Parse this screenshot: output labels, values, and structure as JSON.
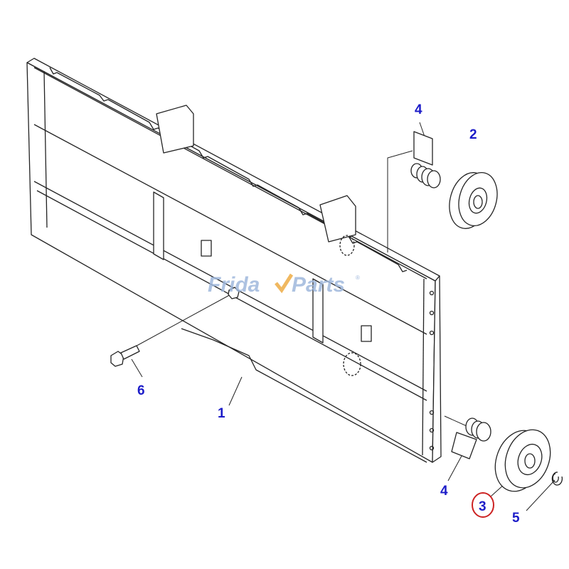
{
  "diagram": {
    "watermark": {
      "text_left": "Frida",
      "text_right": "Parts",
      "mark": "®",
      "colors": {
        "text": "#9fb8dc",
        "check": "#f0b860"
      }
    },
    "label_color": "#1c1cc8",
    "highlight_color": "#cc2222",
    "callouts": [
      {
        "id": "1",
        "part": "frame"
      },
      {
        "id": "2",
        "part": "bearing"
      },
      {
        "id": "3",
        "part": "roller",
        "highlighted": true
      },
      {
        "id": "4",
        "part": "shaft-upper"
      },
      {
        "id": "4b",
        "label": "4",
        "part": "shaft-lower"
      },
      {
        "id": "5",
        "part": "snap-ring"
      },
      {
        "id": "6",
        "part": "bolt"
      }
    ],
    "labels": {
      "c1": "1",
      "c2": "2",
      "c3": "3",
      "c4a": "4",
      "c4b": "4",
      "c5": "5",
      "c6": "6"
    }
  }
}
